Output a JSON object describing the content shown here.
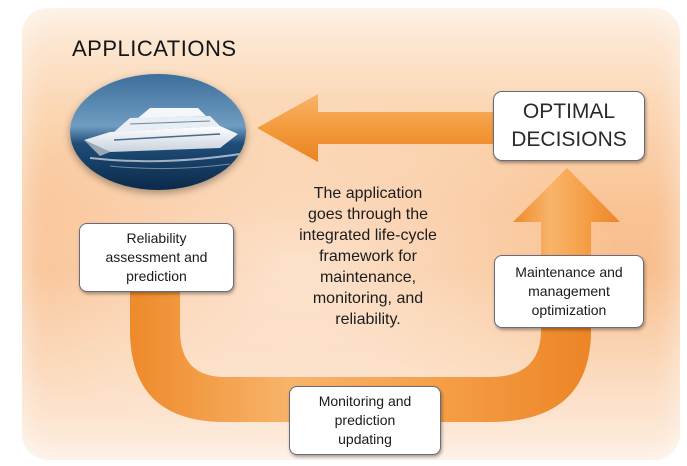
{
  "heading": "APPLICATIONS",
  "center_text": "The application\ngoes through the\nintegrated life-cycle\nframework for\nmaintenance,\nmonitoring, and\nreliability.",
  "boxes": {
    "optimal": "OPTIMAL\nDECISIONS",
    "reliability": "Reliability\nassessment and\nprediction",
    "maintenance": "Maintenance and\nmanagement\noptimization",
    "monitoring": "Monitoring and\nprediction\nupdating"
  },
  "colors": {
    "arrow": "#f39a3c",
    "arrow_highlight": "#f8c080",
    "panel": "#f8c293"
  },
  "icons": {
    "ship": "cruise-ship-photo"
  }
}
